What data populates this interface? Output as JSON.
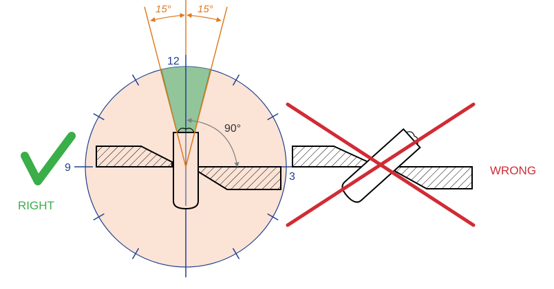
{
  "angles": {
    "left_label": "15°",
    "right_label": "15°",
    "right_angle_label": "90°"
  },
  "clock_numbers": {
    "twelve": "12",
    "three": "3",
    "nine": "9"
  },
  "verdicts": {
    "right_label": "RIGHT",
    "wrong_label": "WRONG"
  },
  "colors": {
    "dial_fill": "#fbe3d6",
    "dial_stroke": "#1f3f8f",
    "tolerance_fill": "#7fbf8f",
    "angle_lines": "#e07a1f",
    "check_mark": "#3aae48",
    "cross_mark": "#d12b34",
    "right_text": "#3aae48",
    "wrong_text": "#d12b34",
    "clock_numbers": "#1f3f8f",
    "outline": "#000000",
    "arc_gray": "#808080"
  },
  "icons": {
    "check": "check-mark-icon",
    "cross": "cross-mark-icon"
  }
}
